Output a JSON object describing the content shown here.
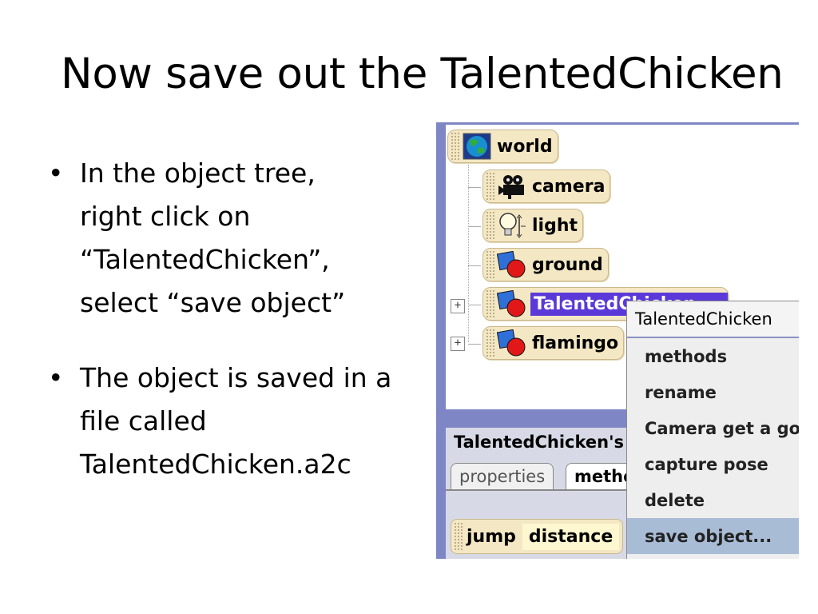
{
  "slide": {
    "title": "Now save out the TalentedChicken",
    "bullets": [
      {
        "lines": [
          "In the object tree,",
          "right click on",
          "“TalentedChicken”,",
          "select “save object”"
        ]
      },
      {
        "lines": [
          "The object is saved in a",
          "file called",
          "TalentedChicken.a2c"
        ]
      }
    ]
  },
  "tree": {
    "nodes": [
      {
        "label": "world",
        "icon": "globe-icon"
      },
      {
        "label": "camera",
        "icon": "camera-icon"
      },
      {
        "label": "light",
        "icon": "lightbulb-icon"
      },
      {
        "label": "ground",
        "icon": "object-icon"
      },
      {
        "label": "TalentedChicken",
        "icon": "object-icon",
        "selected": true
      },
      {
        "label": "flamingo",
        "icon": "object-icon"
      }
    ],
    "expander_symbol": "+"
  },
  "context_menu": {
    "header": "TalentedChicken",
    "items": [
      "methods",
      "rename",
      "Camera get a good look at this",
      "capture pose",
      "delete",
      "save object..."
    ],
    "highlighted_index": 5
  },
  "details_panel": {
    "title": "TalentedChicken's details",
    "tabs": [
      "properties",
      "methods"
    ],
    "active_tab": "methods",
    "parameter": {
      "name": "jump",
      "value": "distance"
    }
  },
  "colors": {
    "selection": "#5b39d8",
    "panel_border": "#7f86c6",
    "tile": "#f4e7c4",
    "menu_hover": "#a8bcd6"
  }
}
